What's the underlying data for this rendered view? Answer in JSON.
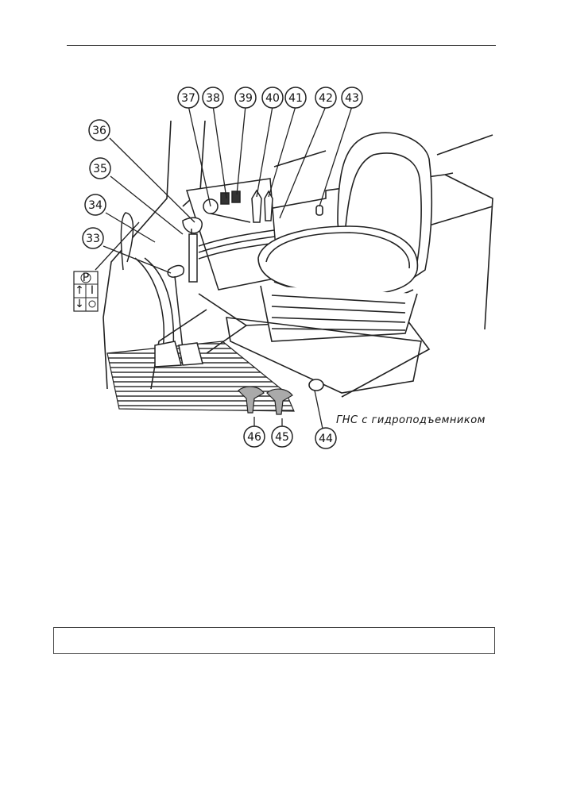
{
  "callouts": [
    "37",
    "38",
    "39",
    "40",
    "41",
    "42",
    "43",
    "36",
    "35",
    "34",
    "33",
    "46",
    "45",
    "44"
  ],
  "caption": "ГНС с гидроподъемником",
  "parking_panel": {
    "p_symbol": "P",
    "row2_symbol": "I"
  },
  "caption_box_text": ""
}
